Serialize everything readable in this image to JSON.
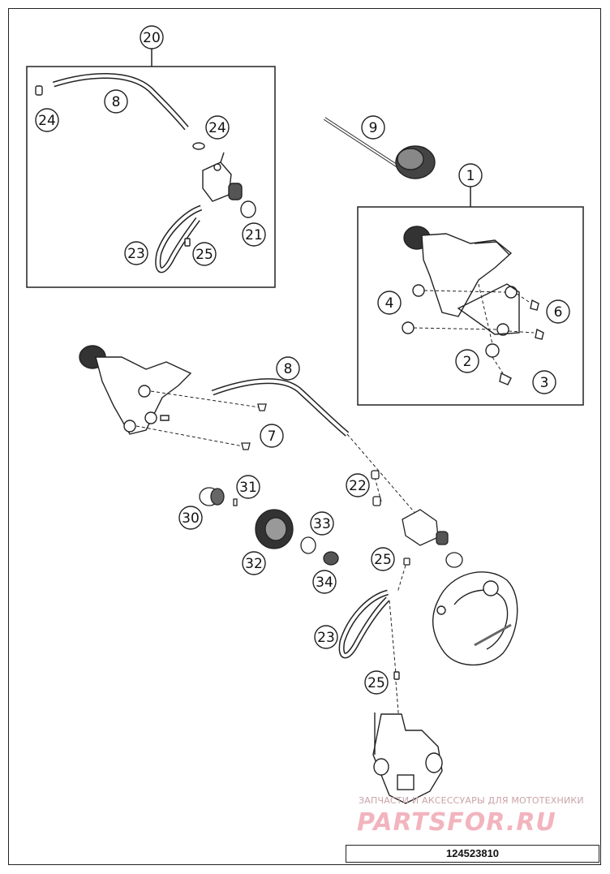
{
  "diagram": {
    "colors": {
      "line": "#222222",
      "fill": "#ffffff",
      "watermark": "#f2b4be"
    },
    "callouts": [
      {
        "id": "c20",
        "label": "20"
      },
      {
        "id": "c8a",
        "label": "8"
      },
      {
        "id": "c24a",
        "label": "24"
      },
      {
        "id": "c24b",
        "label": "24"
      },
      {
        "id": "c21",
        "label": "21"
      },
      {
        "id": "c23a",
        "label": "23"
      },
      {
        "id": "c25a",
        "label": "25"
      },
      {
        "id": "c9",
        "label": "9"
      },
      {
        "id": "c1",
        "label": "1"
      },
      {
        "id": "c4",
        "label": "4"
      },
      {
        "id": "c6",
        "label": "6"
      },
      {
        "id": "c2",
        "label": "2"
      },
      {
        "id": "c3",
        "label": "3"
      },
      {
        "id": "c8b",
        "label": "8"
      },
      {
        "id": "c7",
        "label": "7"
      },
      {
        "id": "c31",
        "label": "31"
      },
      {
        "id": "c30",
        "label": "30"
      },
      {
        "id": "c22",
        "label": "22"
      },
      {
        "id": "c33",
        "label": "33"
      },
      {
        "id": "c32",
        "label": "32"
      },
      {
        "id": "c25b",
        "label": "25"
      },
      {
        "id": "c34",
        "label": "34"
      },
      {
        "id": "c23b",
        "label": "23"
      },
      {
        "id": "c25c",
        "label": "25"
      }
    ]
  },
  "footer": {
    "document_number": "124523810"
  },
  "watermark": {
    "tagline": "ЗАПЧАСТИ И АКСЕССУАРЫ ДЛЯ МОТОТЕХНИКИ",
    "logo_text": "PARTSFOR.RU"
  }
}
